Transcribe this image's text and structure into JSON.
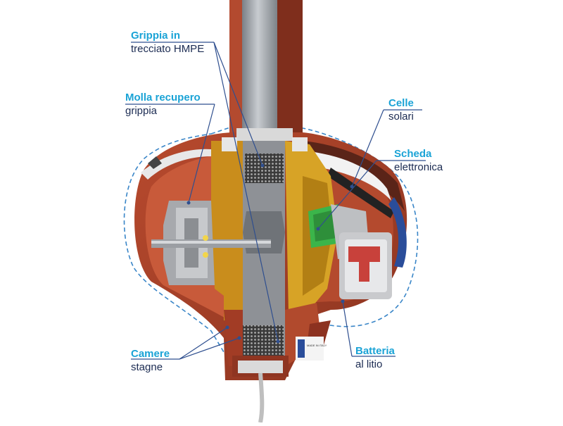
{
  "colors": {
    "label_title": "#1aa3d6",
    "label_text": "#1b2b52",
    "leader": "#2f4f8f",
    "body_red": "#a8412a",
    "body_dark": "#6e2a1b",
    "gold": "#d09a1f",
    "solar": "#3bb54a",
    "blue_band": "#2a4d9a",
    "dashed": "#3a86c8"
  },
  "labels": {
    "grippia": {
      "title": "Grippia in",
      "text": "trecciato HMPE"
    },
    "molla": {
      "title": "Molla recupero",
      "text": "grippia"
    },
    "celle": {
      "title": "Celle",
      "text": "solari"
    },
    "scheda": {
      "title": "Scheda",
      "text": "elettronica"
    },
    "camere": {
      "title": "Camere",
      "text": "stagne"
    },
    "batteria": {
      "title": "Batteria",
      "text": "al litio"
    }
  },
  "housing_stamp": "MADE IN ITALY"
}
